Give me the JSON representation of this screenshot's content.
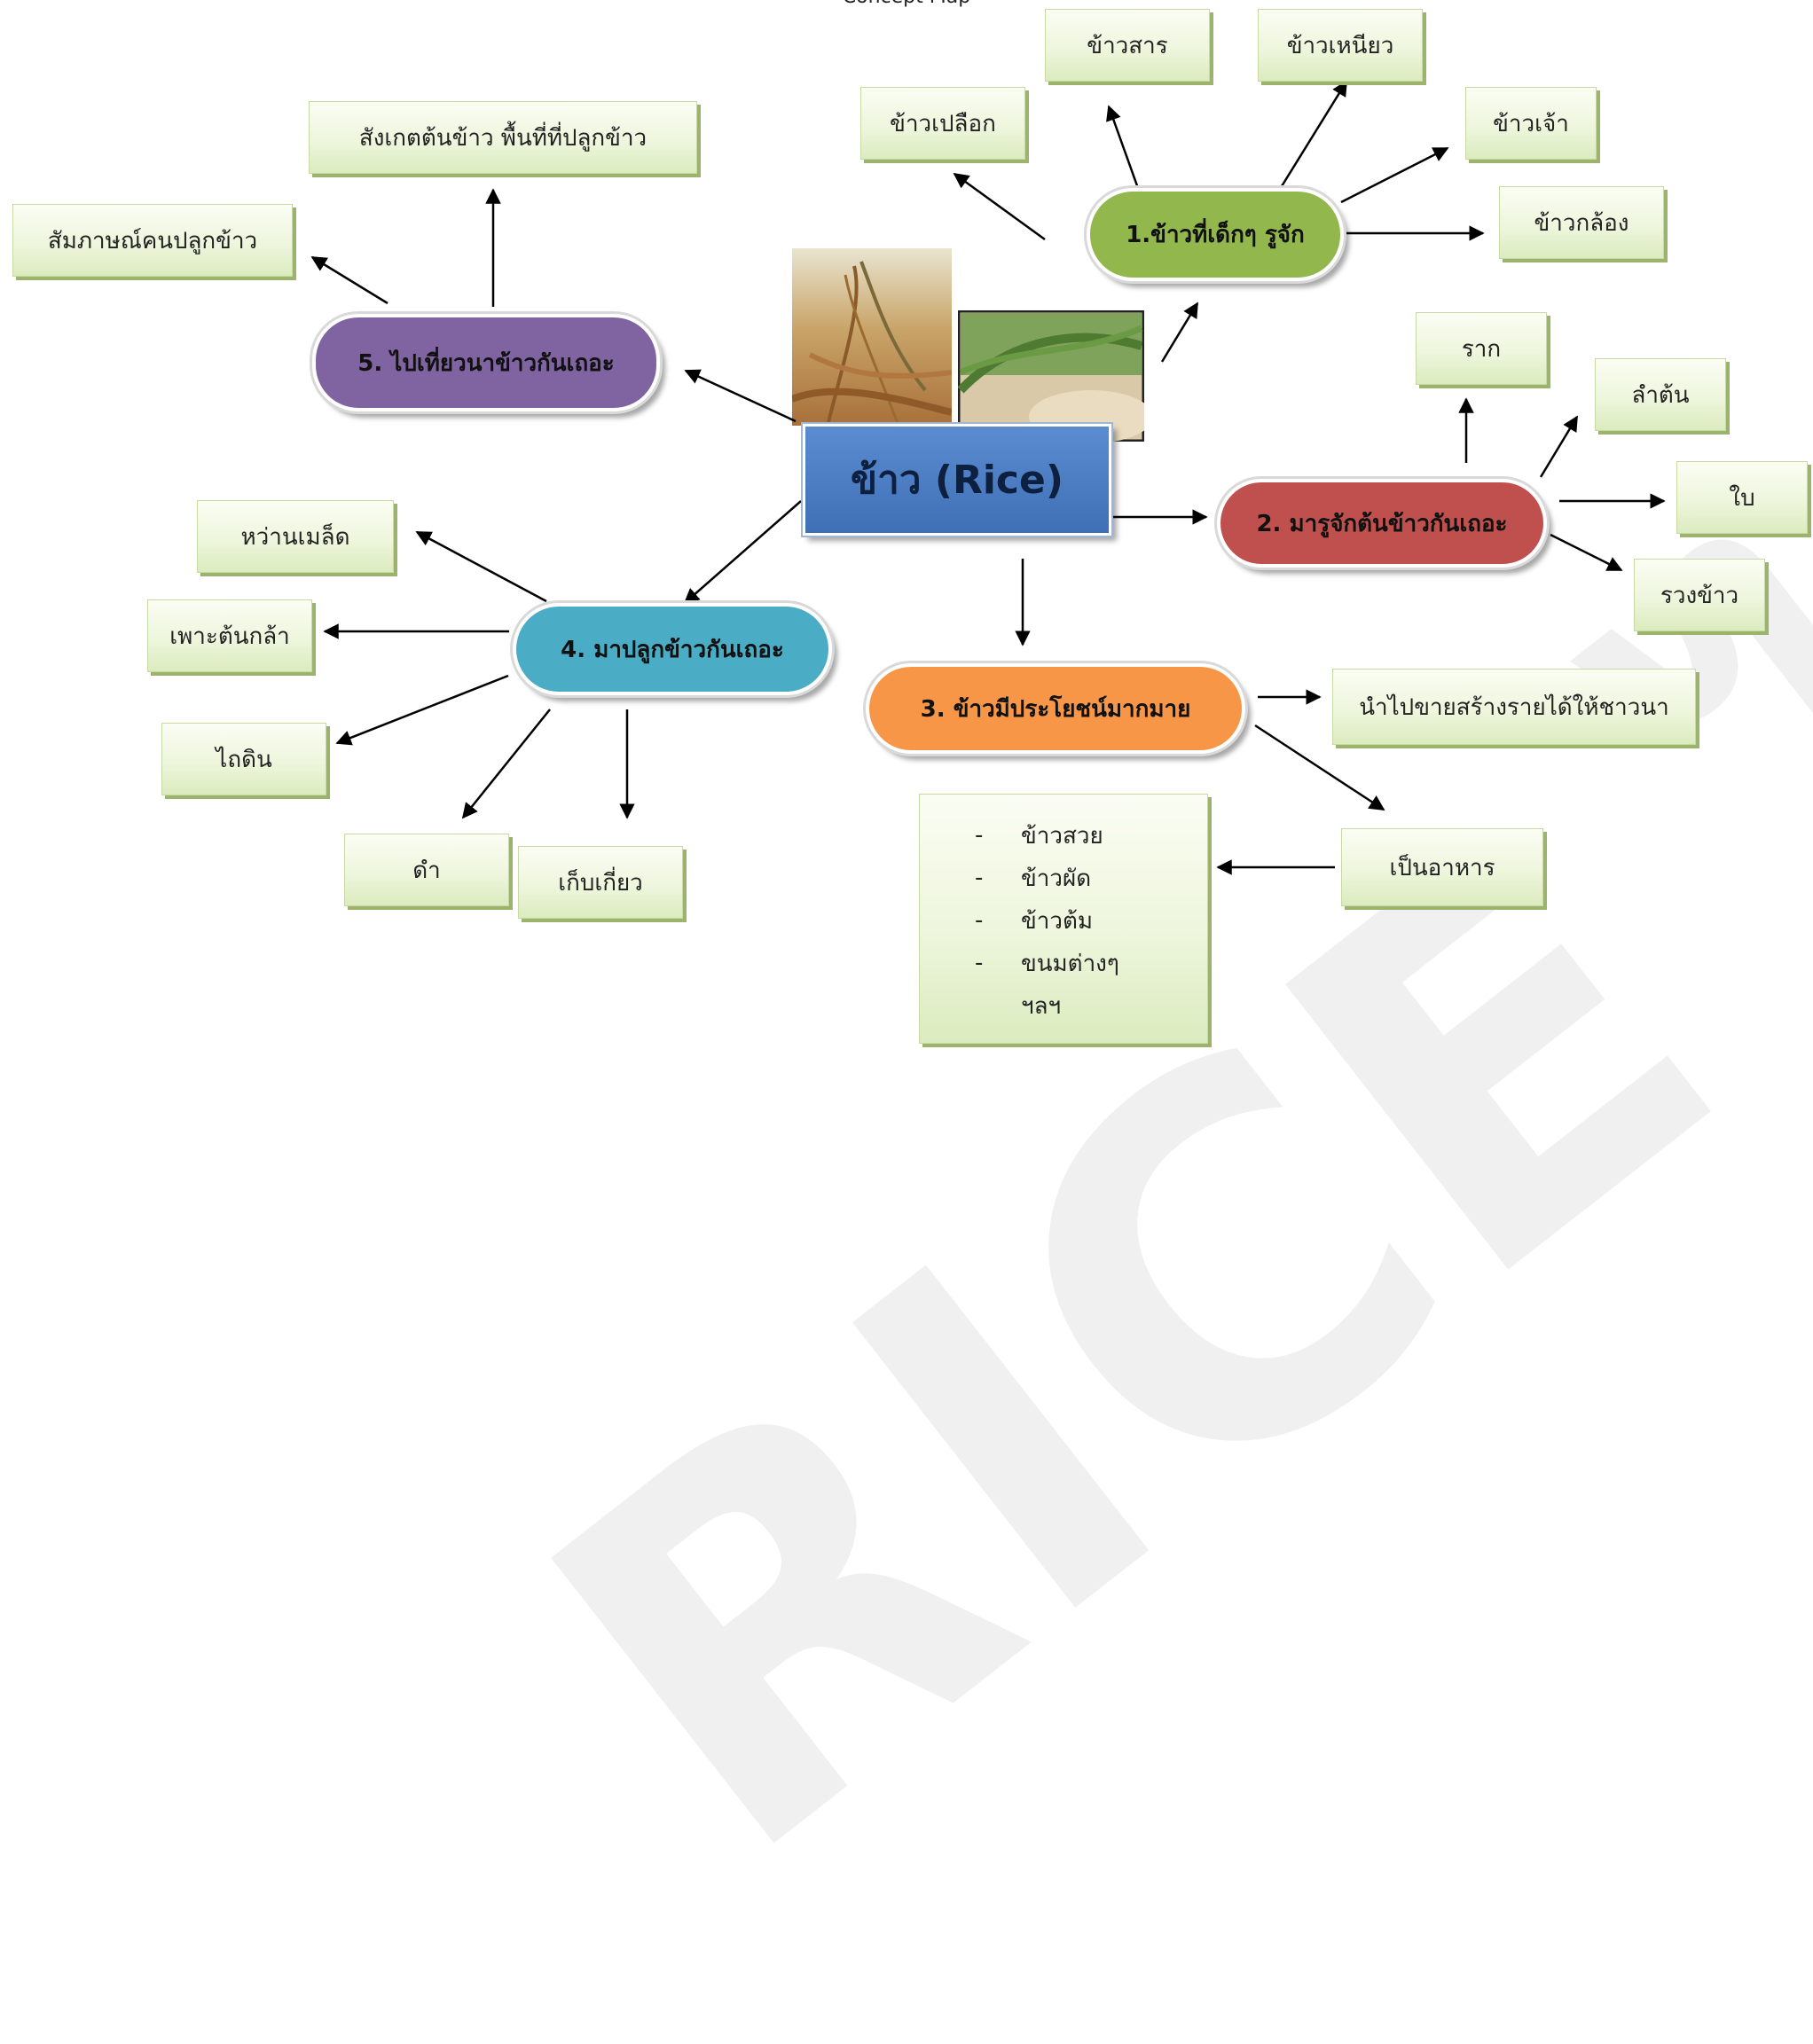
{
  "title": "Concept Map",
  "watermark": "RICE ไทยแลนด์",
  "center": "ข้าว (Rice)",
  "branches": {
    "b1": {
      "label": "1.ข้าวที่เด็กๆ รูจัก",
      "color": "#92b74d"
    },
    "b2": {
      "label": "2. มารูจักต้นข้าวกันเถอะ",
      "color": "#c0504d"
    },
    "b3": {
      "label": "3. ข้าวมีประโยชน์มากมาย",
      "color": "#f79646"
    },
    "b4": {
      "label": "4. มาปลูกข้าวกันเถอะ",
      "color": "#4bacc6"
    },
    "b5": {
      "label": "5. ไปเที่ยวนาข้าวกันเถอะ",
      "color": "#8064a2"
    }
  },
  "leaves": {
    "b1": [
      "ข้าวเปลือก",
      "ข้าวสาร",
      "ข้าวเหนียว",
      "ข้าวเจ้า",
      "ข้าวกล้อง"
    ],
    "b2": [
      "ราก",
      "ลำต้น",
      "ใบ",
      "รวงข้าว"
    ],
    "b3": [
      "นำไปขายสร้างรายได้ให้ชาวนา",
      "เป็นอาหาร"
    ],
    "b4": [
      "หว่านเมล็ด",
      "เพาะต้นกล้า",
      "ไถดิน",
      "ดำ",
      "เก็บเกี่ยว"
    ],
    "b5": [
      "สังเกตต้นข้าว พื้นที่ที่ปลูกข้าว",
      "สัมภาษณ์คนปลูกข้าว"
    ]
  },
  "food_dash": "-",
  "foods": [
    "ข้าวสวย",
    "ข้าวผัด",
    "ข้าวต้ม",
    "ขนมต่างๆ",
    "ฯลฯ"
  ]
}
